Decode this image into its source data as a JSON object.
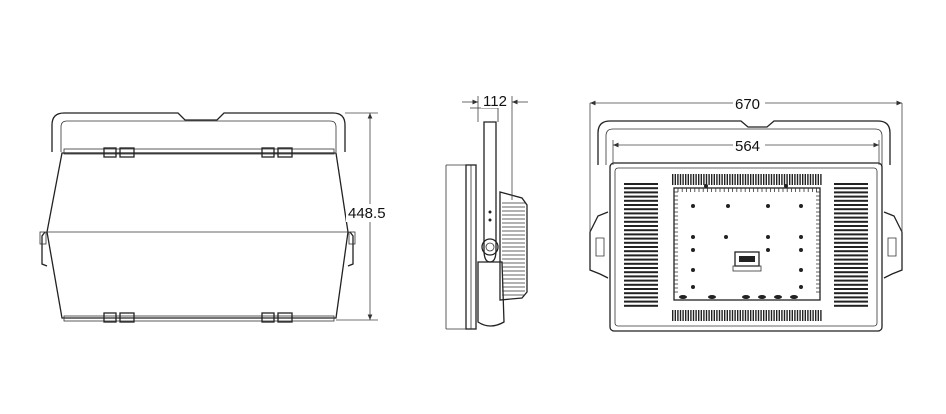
{
  "dimensions": {
    "height": "448.5",
    "depth": "112",
    "outer_width": "670",
    "inner_width": "564"
  }
}
